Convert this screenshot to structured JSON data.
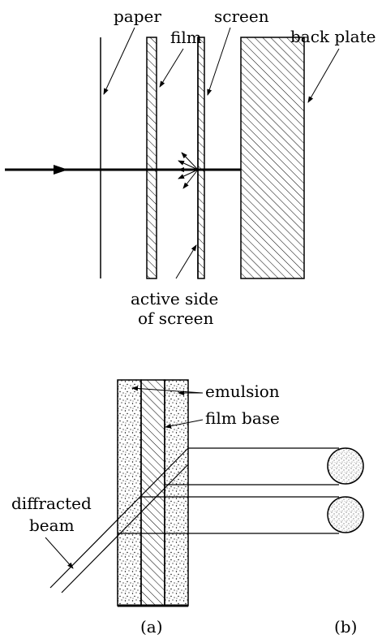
{
  "top_diagram": {
    "labels": {
      "paper": "paper",
      "film": "film",
      "screen": "screen",
      "back_plate": "back plate",
      "active_side_line1": "active side",
      "active_side_line2": "of screen"
    }
  },
  "bottom_diagram": {
    "labels": {
      "emulsion": "emulsion",
      "film_base": "film base",
      "diffracted_line1": "diffracted",
      "diffracted_line2": "beam",
      "panel_a": "(a)",
      "panel_b": "(b)"
    }
  },
  "colors": {
    "ink": "#000000",
    "background": "#ffffff"
  }
}
